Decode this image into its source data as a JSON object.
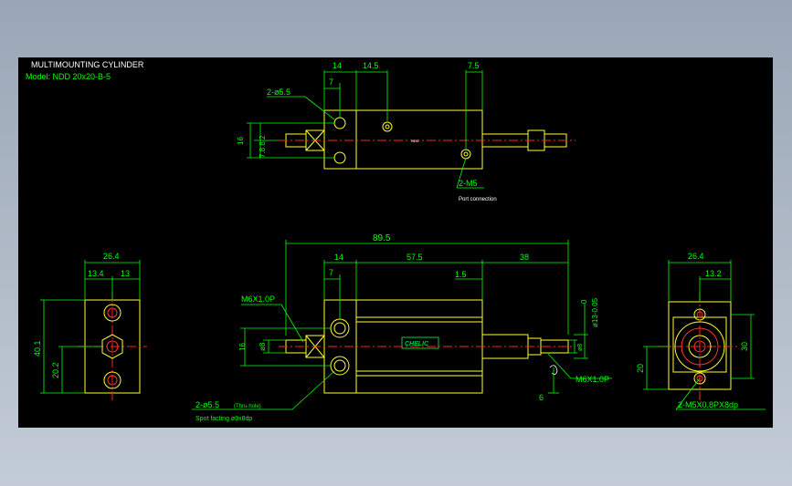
{
  "title": "MULTIMOUNTING CYLINDER",
  "model": "Model: NDD 20x20-B-5",
  "colors": {
    "background": "#000000",
    "outline": "#ffff33",
    "dimension": "#00ff00",
    "centerline": "#ff2222",
    "hole": "#ff3333",
    "text": "#ffffff",
    "logo": "#00cc44"
  },
  "top_view": {
    "dim_14": "14",
    "dim_14_5": "14.5",
    "dim_7_5": "7.5",
    "dim_7": "7",
    "dim_7_8_2": "7.8 8.2",
    "dim_16": "16",
    "note_holes": "2-ø5.5",
    "note_port": "2-M5",
    "note_port_sub": "Port connection",
    "center_mark": "NDD"
  },
  "left_view": {
    "dim_26_4": "26.4",
    "dim_13_4": "13.4",
    "dim_13": "13",
    "dim_40_1": "40.1",
    "dim_20_2": "20.2"
  },
  "front_view": {
    "dim_89_5": "89.5",
    "dim_14": "14",
    "dim_57_5": "57.5",
    "dim_38": "38",
    "dim_7": "7",
    "dim_1_5": "1.5",
    "dim_tol": "0",
    "dim_rod_dia": "ø13-0.05",
    "dim_rod_small": "ø8",
    "dim_16": "16",
    "dim_phi8": "ø8",
    "dim_6": "6",
    "note_thread_left": "M6X1.0P",
    "note_thread_right": "M6X1.0P",
    "note_holes": "2-ø5.5",
    "note_holes_thru": "(Thru-hole)",
    "note_spot": "Spot facting   ø9x8dp",
    "logo_text": "CHELIC"
  },
  "right_view": {
    "dim_26_4": "26.4",
    "dim_13_2": "13.2",
    "dim_30": "30",
    "dim_20": "20",
    "note_tap": "2-M5X0.8PX8dp"
  }
}
